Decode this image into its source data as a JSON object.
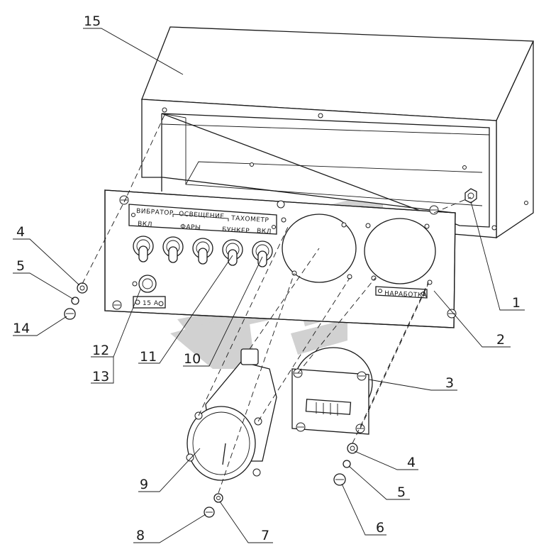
{
  "panel": {
    "top_labels": [
      "ВИБРАТОР",
      "ОСВЕЩЕНИЕ",
      "ТАХОМЕТР"
    ],
    "bottom_labels": [
      "ВКЛ",
      "ФАРЫ",
      "БУНКЕР",
      "ВКЛ"
    ],
    "fuse_label": "15 А",
    "hour_meter_label": "НАРАБОТКА"
  },
  "callouts": {
    "c15": "15",
    "c4a": "4",
    "c5a": "5",
    "c14": "14",
    "c12": "12",
    "c13": "13",
    "c11": "11",
    "c10": "10",
    "c1": "1",
    "c2": "2",
    "c3": "3",
    "c9": "9",
    "c4b": "4",
    "c5b": "5",
    "c6": "6",
    "c7": "7",
    "c8": "8"
  },
  "colors": {
    "ink": "#1a1a1a",
    "watermark": "#c8c8c8"
  },
  "watermark": "logo-watermark"
}
